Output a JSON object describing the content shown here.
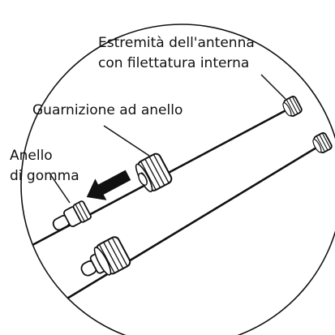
{
  "diagram": {
    "labels": {
      "antenna_end_line1": "Estremità dell'antenna",
      "antenna_end_line2": "con filettatura interna",
      "ring_seal": "Guarnizione ad anello",
      "rubber_ring_line1": "Anello",
      "rubber_ring_line2": "di gomma"
    },
    "colors": {
      "ink": "#111111",
      "part_fill": "#ffffff",
      "arrow": "#111111",
      "background": "#ffffff"
    },
    "icons": {
      "direction_arrow": "arrow-left-down-icon"
    }
  }
}
